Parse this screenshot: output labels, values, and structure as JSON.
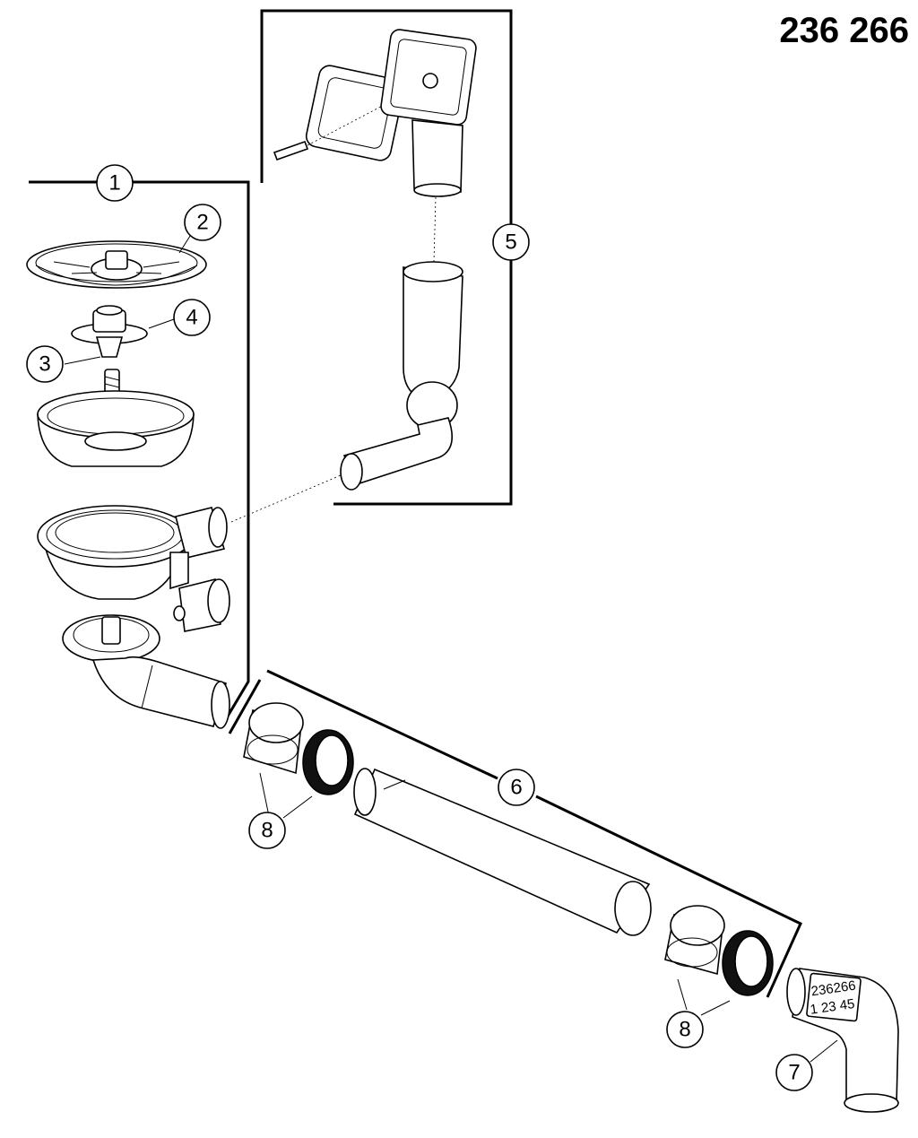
{
  "document": {
    "number": "236 266"
  },
  "callouts": [
    {
      "id": "c1",
      "label": "1"
    },
    {
      "id": "c2",
      "label": "2"
    },
    {
      "id": "c3",
      "label": "3"
    },
    {
      "id": "c4",
      "label": "4"
    },
    {
      "id": "c5",
      "label": "5"
    },
    {
      "id": "c6",
      "label": "6"
    },
    {
      "id": "c7",
      "label": "7"
    },
    {
      "id": "c8a",
      "label": "8"
    },
    {
      "id": "c8b",
      "label": "8"
    }
  ],
  "elbow_sticker": {
    "line1": "236266",
    "line2": "1 23 45"
  }
}
